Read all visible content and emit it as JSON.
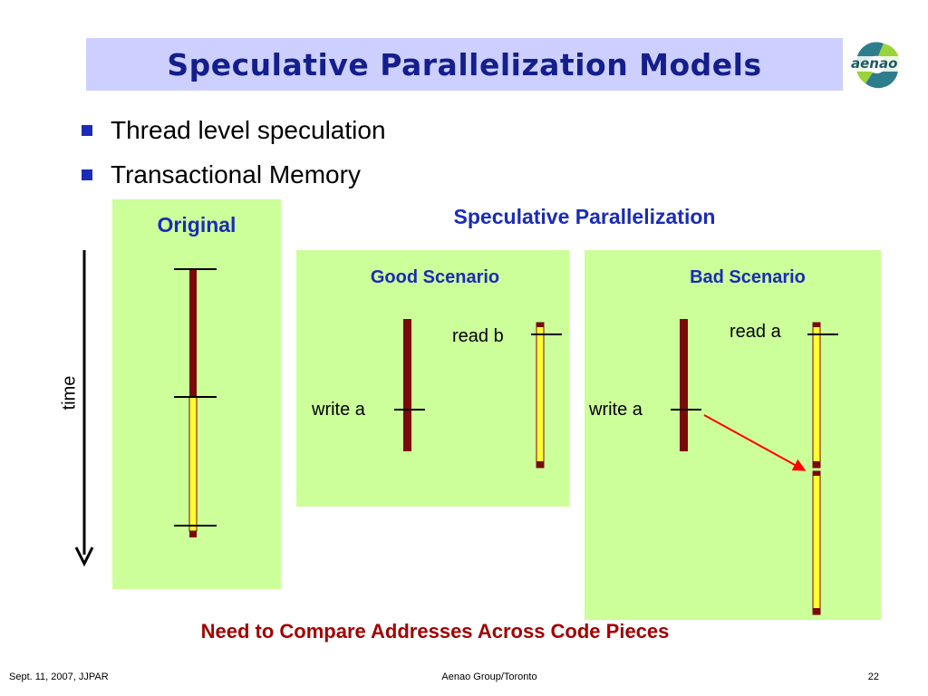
{
  "title": "Speculative Parallelization Models",
  "logo": {
    "text": "aenao",
    "colors": [
      "#2e7d8c",
      "#9bd33a",
      "#ffffff"
    ]
  },
  "bullets": [
    "Thread level speculation",
    "Transactional Memory"
  ],
  "diagram": {
    "original_label": "Original",
    "spec_par_label": "Speculative Parallelization",
    "good_label": "Good Scenario",
    "bad_label": "Bad Scenario",
    "time_label": "time",
    "good_read": "read b",
    "good_write": "write a",
    "bad_read": "read a",
    "bad_write": "write a"
  },
  "conclusion": "Need to Compare Addresses Across Code Pieces",
  "footer": {
    "left": "Sept. 11, 2007, JJPAR",
    "center": "Aenao Group/Toronto",
    "page": "22"
  },
  "colors": {
    "panel_green": "#ccfe9a",
    "thread_dark": "#7a0a0a",
    "thread_yellow": "#ffff33",
    "arrow_red": "#ff0000",
    "title_bg": "#cdd0ff",
    "title_text": "#141e8c"
  }
}
